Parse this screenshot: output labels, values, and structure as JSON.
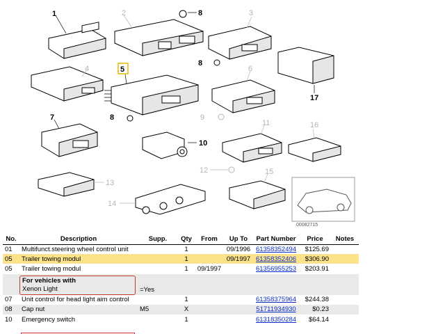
{
  "diagram": {
    "callouts_bold": [
      "1",
      "8",
      "5",
      "8",
      "7",
      "8",
      "10",
      "17"
    ],
    "callouts_gray": [
      "2",
      "3",
      "4",
      "6",
      "9",
      "11",
      "12",
      "13",
      "14",
      "15",
      "16"
    ],
    "thumbnail_code": "00082715"
  },
  "table": {
    "headers": [
      "No.",
      "Description",
      "Supp.",
      "Qty",
      "From",
      "Up To",
      "Part Number",
      "Price",
      "Notes"
    ],
    "rows": [
      {
        "no": "01",
        "desc": "Multifunct.steering wheel control unit",
        "supp": "",
        "qty": "1",
        "from": "",
        "upto": "09/1996",
        "part": "61358352494",
        "price": "$125.69",
        "notes": ""
      },
      {
        "no": "05",
        "desc": "Trailer towing modul",
        "supp": "",
        "qty": "1",
        "from": "",
        "upto": "09/1997",
        "part": "61358352406",
        "price": "$306.90",
        "notes": ""
      },
      {
        "no": "05",
        "desc": "Trailer towing modul",
        "supp": "",
        "qty": "1",
        "from": "09/1997",
        "upto": "",
        "part": "61356955253",
        "price": "$203.91",
        "notes": ""
      },
      {
        "no": "07",
        "desc": "Unit control for head light aim control",
        "supp": "",
        "qty": "1",
        "from": "",
        "upto": "",
        "part": "61358375964",
        "price": "$244.38",
        "notes": ""
      },
      {
        "no": "08",
        "desc": "Cap nut",
        "supp": "M5",
        "qty": "X",
        "from": "",
        "upto": "",
        "part": "51711934930",
        "price": "$0.23",
        "notes": ""
      },
      {
        "no": "10",
        "desc": "Emergency switch",
        "supp": "",
        "qty": "1",
        "from": "",
        "upto": "",
        "part": "61318350284",
        "price": "$64.14",
        "notes": ""
      }
    ],
    "condition": {
      "heading": "For vehicles with",
      "value_line": "Xenon Light",
      "supp": "=Yes"
    }
  }
}
